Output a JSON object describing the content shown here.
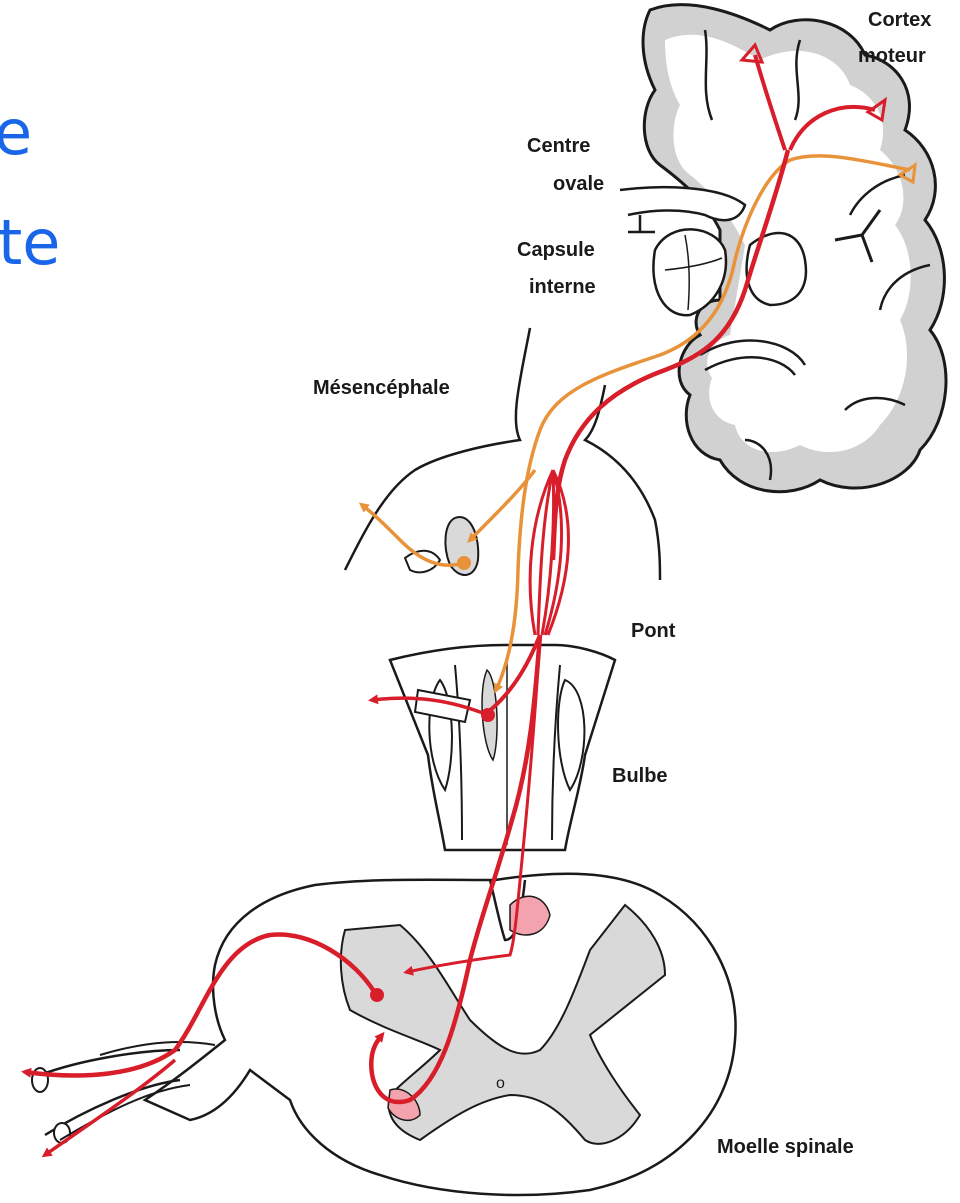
{
  "slide": {
    "title_fragment_1": "e",
    "title_fragment_2": "te",
    "accent_color": "#1a66e8"
  },
  "diagram": {
    "labels": {
      "cortex_line1": "Cortex",
      "cortex_line2": "moteur",
      "centre_line1": "Centre",
      "centre_line2": "ovale",
      "capsule_line1": "Capsule",
      "capsule_line2": "interne",
      "mesencephale": "Mésencéphale",
      "pont": "Pont",
      "bulbe": "Bulbe",
      "moelle": "Moelle spinale",
      "canal_marker": "o"
    },
    "colors": {
      "corticospinal": "#d81e2a",
      "corticobulbar": "#e8923a",
      "grey_matter": "#d9d9d9",
      "cortex_grey": "#cfcfcf",
      "decussation_pink": "#f2a3ad",
      "outline": "#1a1a1a"
    }
  }
}
